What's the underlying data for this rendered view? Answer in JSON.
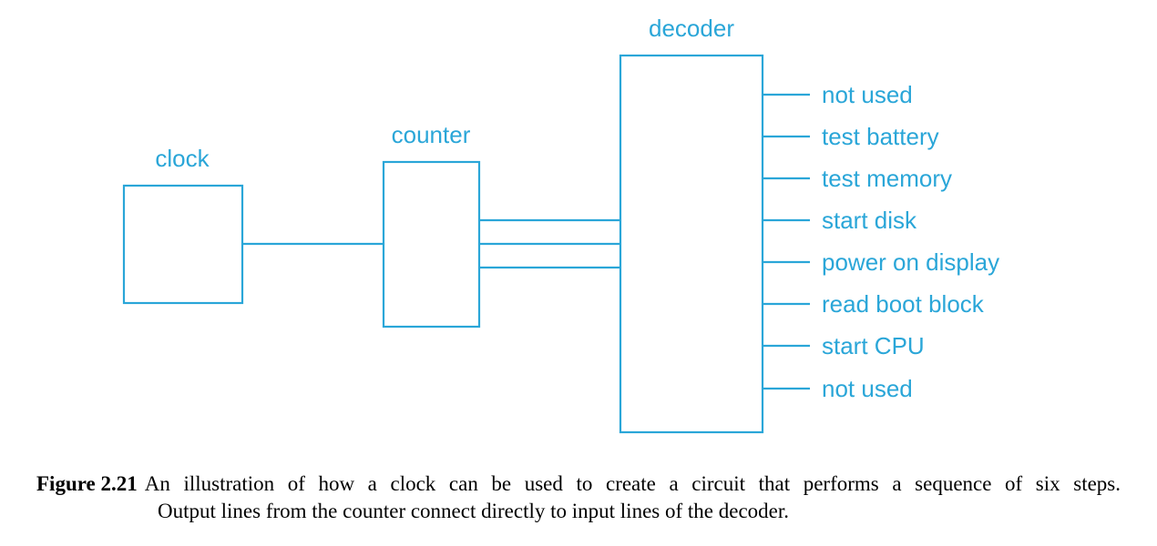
{
  "diagram": {
    "color": "#2aa6d8",
    "clock_label": "clock",
    "counter_label": "counter",
    "decoder_label": "decoder",
    "outputs": [
      "not used",
      "test battery",
      "test memory",
      "start disk",
      "power on display",
      "read boot block",
      "start CPU",
      "not used"
    ]
  },
  "caption": {
    "figure_number": "Figure 2.21",
    "line1": "An illustration of how a clock can be used to create a circuit that performs a sequence of six steps.",
    "line2": "Output lines from the counter connect directly to input lines of the decoder."
  }
}
